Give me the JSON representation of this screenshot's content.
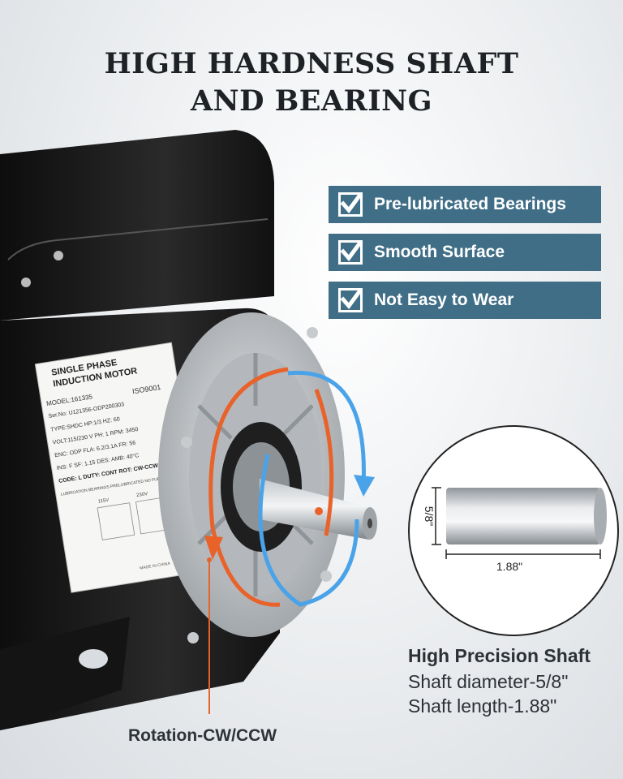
{
  "title": {
    "line1": "HIGH HARDNESS SHAFT",
    "line2": "AND BEARING"
  },
  "features": [
    {
      "label": "Pre-lubricated Bearings",
      "icon": "checkbox-icon"
    },
    {
      "label": "Smooth Surface",
      "icon": "checkbox-icon"
    },
    {
      "label": "Not Easy to Wear",
      "icon": "checkbox-icon"
    }
  ],
  "motor_nameplate": {
    "line1": "SINGLE PHASE",
    "line2": "INDUCTION MOTOR",
    "model": "MODEL:161335",
    "serial": "Ser.No: U121356-ODP200303",
    "iso": "ISO9001",
    "type": "TYPE:SHDC   HP:1/3   HZ: 60",
    "volt": "VOLT:115/230 V  PH: 1  RPM: 3450",
    "enc": "ENC: ODP  FLA: 6.2/3.1A  FR: 56",
    "ins": "INS: F    SF: 1.15  DES: AMB: 40°C",
    "code": "CODE: L  DUTY: CONT ROT: CW-CCW",
    "lubrication": "LUBRICATION BEARINGS PRELUBRICATED NO FURTHER LUBRICATION NECESSARY",
    "v115": "115V",
    "v230": "230V",
    "made_in": "MADE IN CHINA"
  },
  "rotation_label": "Rotation-CW/CCW",
  "shaft_dimensions": {
    "diameter": "5/8\"",
    "length": "1.88\""
  },
  "spec": {
    "title": "High Precision Shaft",
    "diameter": "Shaft diameter-5/8\"",
    "length": "Shaft length-1.88\""
  },
  "colors": {
    "feature_bg": "#3f6e86",
    "arrow_orange": "#e8622a",
    "arrow_blue": "#4aa3e8",
    "motor_body": "#1a1a1a"
  }
}
